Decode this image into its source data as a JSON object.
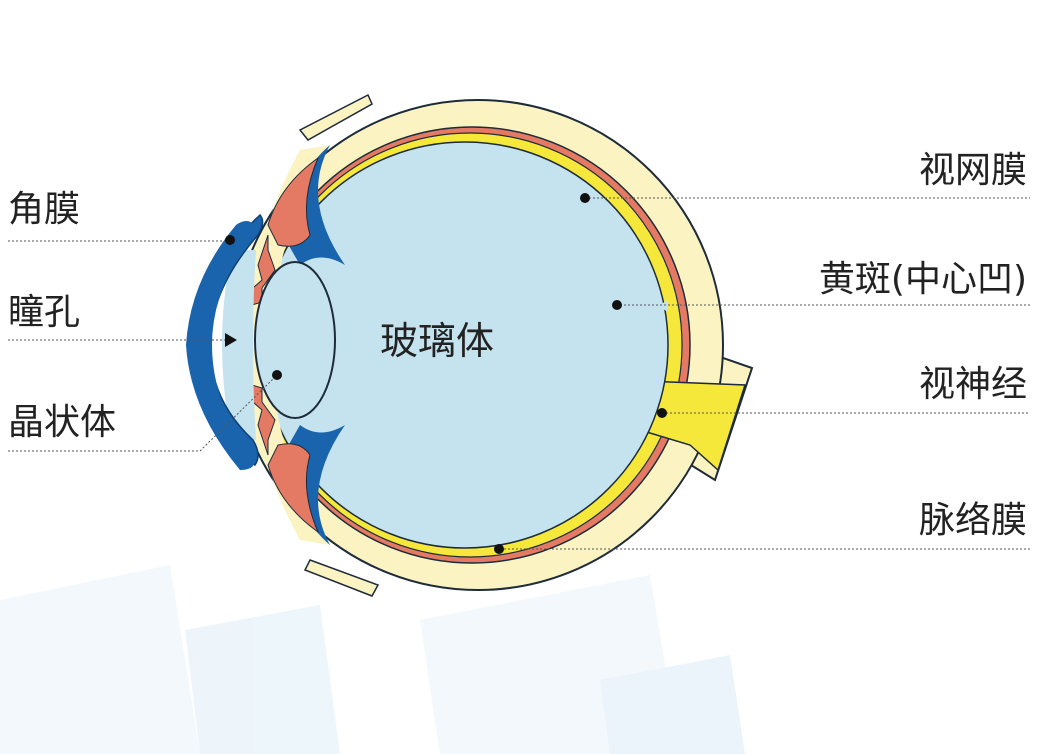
{
  "title": "眼球结构",
  "left_labels": [
    {
      "id": "cornea",
      "text": "角膜"
    },
    {
      "id": "pupil",
      "text": "瞳孔"
    },
    {
      "id": "lens",
      "text": "晶状体"
    }
  ],
  "right_labels": [
    {
      "id": "retina",
      "text": "视网膜"
    },
    {
      "id": "macula",
      "text": "黄斑(中心凹)"
    },
    {
      "id": "optic-nerve",
      "text": "视神经"
    },
    {
      "id": "choroid",
      "text": "脉络膜"
    }
  ],
  "center_label": "玻璃体",
  "colors": {
    "sclera": "#FBF3C2",
    "retina": "#F6E83A",
    "choroid": "#E47A63",
    "vitreous": "#C5E3EF",
    "cornea": "#1A64AD",
    "outline": "#1d2b3a"
  }
}
